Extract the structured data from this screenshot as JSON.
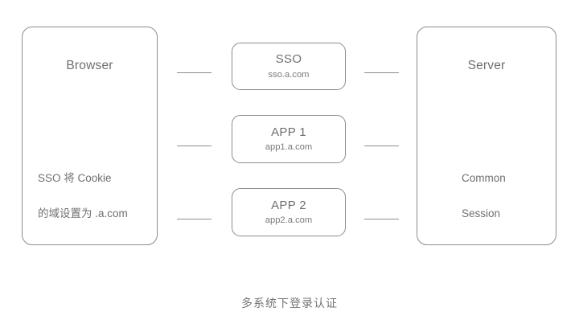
{
  "diagram": {
    "caption": "多系统下登录认证",
    "stroke_color": "#8c8c8c",
    "text_color": "#6f6f6f",
    "background_color": "#ffffff",
    "browser": {
      "title": "Browser",
      "body_line1": "SSO 将 Cookie",
      "body_line2": "的域设置为 .a.com"
    },
    "server": {
      "title": "Server",
      "body_line1": "Common",
      "body_line2": "Session"
    },
    "services": [
      {
        "title": "SSO",
        "domain": "sso.a.com"
      },
      {
        "title": "APP 1",
        "domain": "app1.a.com"
      },
      {
        "title": "APP 2",
        "domain": "app2.a.com"
      }
    ]
  }
}
